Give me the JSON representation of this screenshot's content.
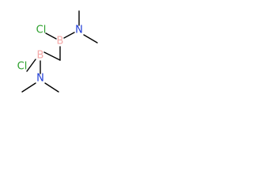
{
  "molecule": {
    "atoms": {
      "cl_top": {
        "label": "Cl"
      },
      "b_top": {
        "label": "B"
      },
      "n_top": {
        "label": "N"
      },
      "cl_bottom": {
        "label": "Cl"
      },
      "b_bottom": {
        "label": "B"
      },
      "n_bottom": {
        "label": "N"
      }
    },
    "colors": {
      "chlorine": "#2ca02c",
      "boron": "#f4a9a8",
      "nitrogen": "#1f3cd6",
      "bond": "#000000"
    }
  }
}
